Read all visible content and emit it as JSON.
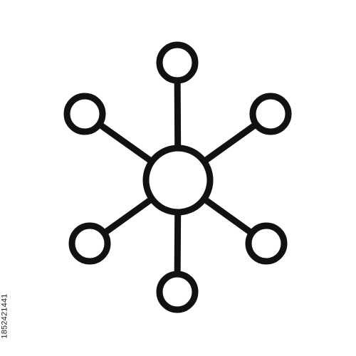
{
  "icon": {
    "name": "network-hub-icon",
    "stroke_color": "#111111",
    "fill_color": "#ffffff",
    "satellites": [
      {
        "name": "node-top"
      },
      {
        "name": "node-upper-right"
      },
      {
        "name": "node-lower-right"
      },
      {
        "name": "node-bottom"
      },
      {
        "name": "node-lower-left"
      },
      {
        "name": "node-upper-left"
      }
    ]
  },
  "stock_id": "1852421441",
  "background_color": "#ffffff"
}
